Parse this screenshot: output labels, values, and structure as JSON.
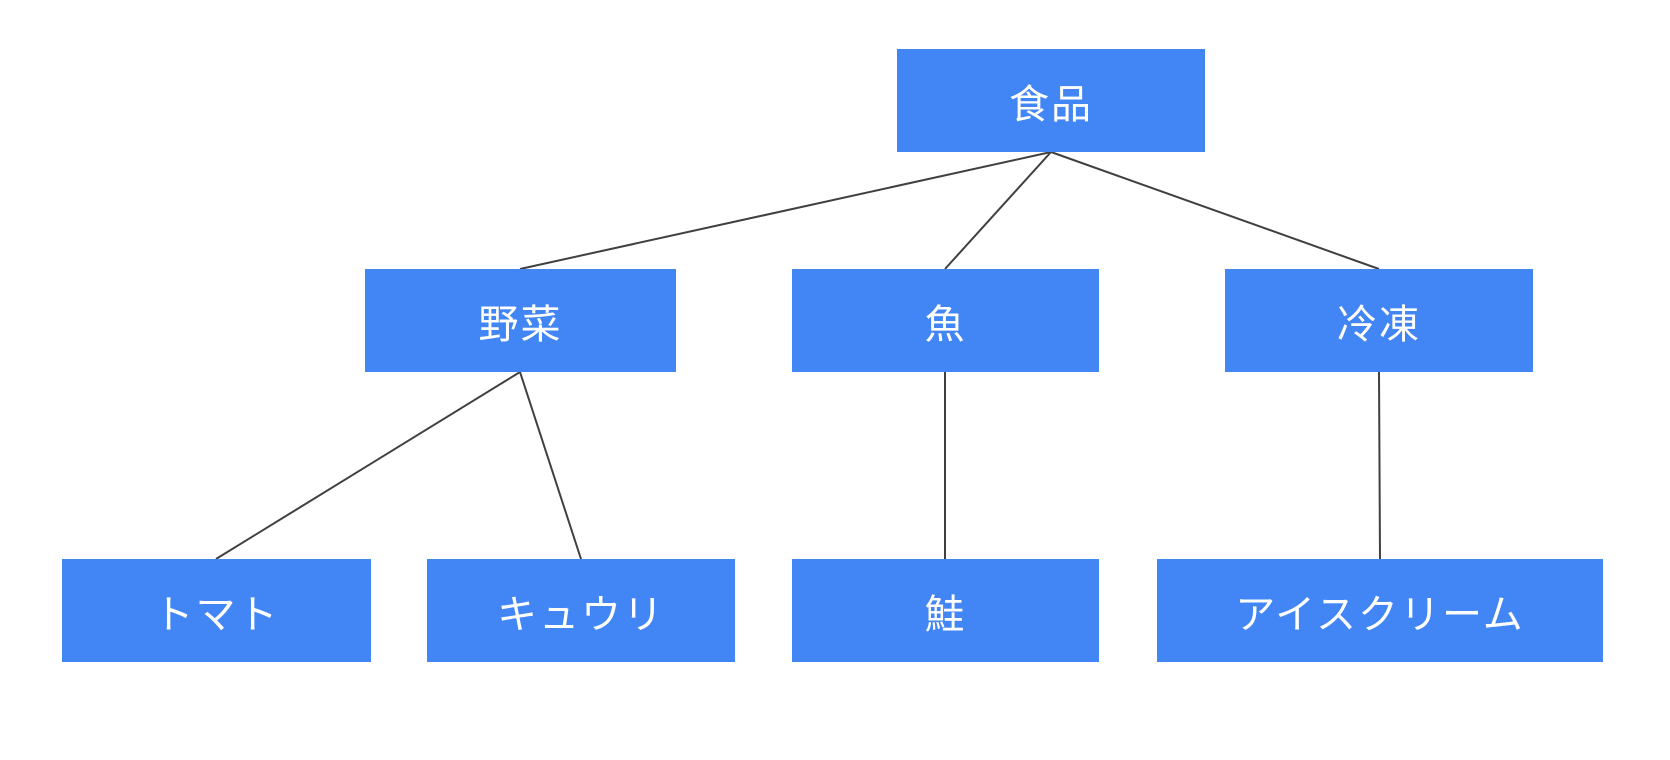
{
  "diagram": {
    "type": "tree",
    "colors": {
      "node_fill": "#4285F4",
      "node_text": "#FFFFFF",
      "edge": "#404040",
      "background": "#FFFFFF"
    },
    "nodes": [
      {
        "id": "food",
        "label": "食品",
        "level": 1,
        "parent": null
      },
      {
        "id": "vegetables",
        "label": "野菜",
        "level": 2,
        "parent": "food"
      },
      {
        "id": "fish",
        "label": "魚",
        "level": 2,
        "parent": "food"
      },
      {
        "id": "frozen",
        "label": "冷凍",
        "level": 2,
        "parent": "food"
      },
      {
        "id": "tomato",
        "label": "トマト",
        "level": 3,
        "parent": "vegetables"
      },
      {
        "id": "cucumber",
        "label": "キュウリ",
        "level": 3,
        "parent": "vegetables"
      },
      {
        "id": "salmon",
        "label": "鮭",
        "level": 3,
        "parent": "fish"
      },
      {
        "id": "ice_cream",
        "label": "アイスクリーム",
        "level": 3,
        "parent": "frozen"
      }
    ],
    "edges": [
      {
        "from": "food",
        "to": "vegetables"
      },
      {
        "from": "food",
        "to": "fish"
      },
      {
        "from": "food",
        "to": "frozen"
      },
      {
        "from": "vegetables",
        "to": "tomato"
      },
      {
        "from": "vegetables",
        "to": "cucumber"
      },
      {
        "from": "fish",
        "to": "salmon"
      },
      {
        "from": "frozen",
        "to": "ice_cream"
      }
    ]
  }
}
